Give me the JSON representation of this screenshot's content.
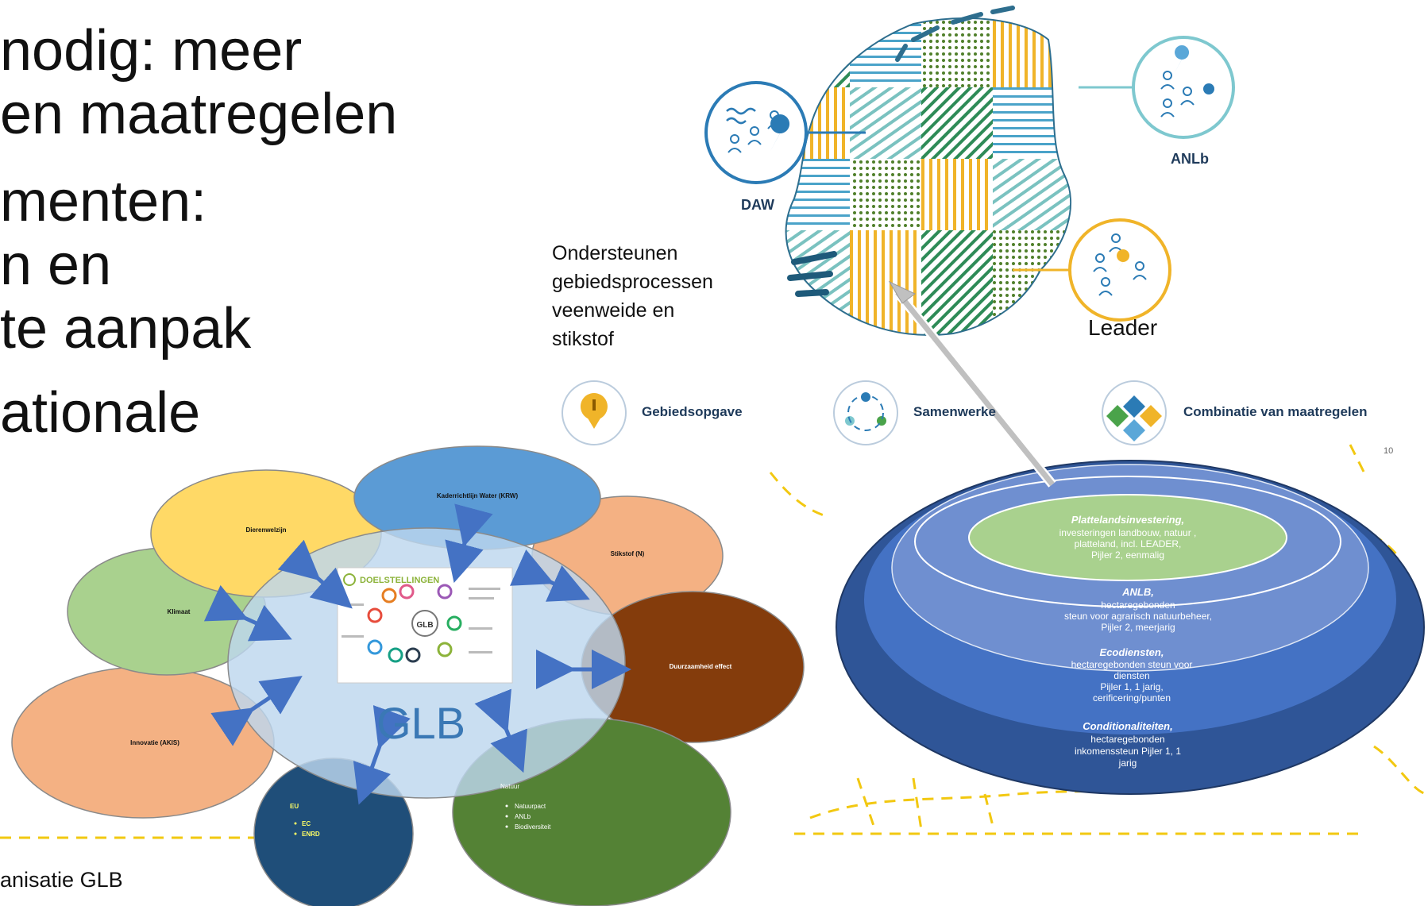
{
  "left_text": {
    "line1": "nodig: meer",
    "line2": "en maatregelen",
    "line3": "menten:",
    "line4": "n en",
    "line5": "te aanpak",
    "line6": "ationale"
  },
  "footer": "anisatie GLB",
  "glb_diagram": {
    "center_label": "GLB",
    "doelstellingen_title": "DOELSTELLINGEN",
    "doelstellingen_center": "GLB",
    "circles": {
      "krw": "Kaderrichtlijn Water (KRW)",
      "dierenwelzijn": "Dierenwelzijn",
      "stikstof": "Stikstof (N)",
      "klimaat": "Klimaat",
      "duurzaamheid": "Duurzaamheid effect",
      "innovatie": "Innovatie (AKIS)",
      "eu": {
        "title": "EU",
        "items": [
          "EC",
          "ENRD"
        ]
      },
      "natuur": {
        "title": "Natuur",
        "items": [
          "Natuurpact",
          "ANLb",
          "Biodiversiteit"
        ]
      }
    }
  },
  "map_panel": {
    "daw": "DAW",
    "anlb": "ANLb",
    "leader": "Leader",
    "note": [
      "Ondersteunen",
      "gebiedsprocessen",
      "veenweide en",
      "stikstof"
    ],
    "legend": {
      "gebiedsopgave": "Gebiedsopgave",
      "samenwerking": "Samenwerke",
      "combinatie": "Combinatie van maatregelen"
    },
    "page_number": "10"
  },
  "layers": {
    "plattelands": {
      "title": "Plattelandsinvestering,",
      "lines": [
        "investeringen landbouw, natuur ,",
        "platteland, incl. LEADER,",
        "Pijler 2, eenmalig"
      ]
    },
    "anlb": {
      "title": "ANLB,",
      "lines": [
        "hectaregebonden",
        "steun voor agrarisch natuurbeheer,",
        "Pijler 2, meerjarig"
      ]
    },
    "ecodiensten": {
      "title": "Ecodiensten,",
      "lines": [
        "hectaregebonden steun voor",
        "diensten",
        "Pijler 1, 1 jarig,",
        "cerificering/punten"
      ]
    },
    "conditionaliteiten": {
      "title": "Conditionaliteiten,",
      "lines": [
        "hectaregebonden",
        "inkomenssteun  Pijler 1,  1",
        "jarig"
      ]
    }
  },
  "colors": {
    "krw": "#5b9bd5",
    "dierenwelzijn": "#ffd966",
    "stikstof": "#f4b183",
    "klimaat": "#a9d18e",
    "duurzaamheid": "#843c0c",
    "innovatie": "#f4b183",
    "eu": "#1f4e79",
    "natuur": "#548235",
    "glb": "#bdd7ee",
    "layer_outer": "#2f5597",
    "layer_2": "#4472c4",
    "layer_3": "#6f8fd0",
    "layer_inner": "#a9d18e",
    "dashed": "#f2c811"
  }
}
